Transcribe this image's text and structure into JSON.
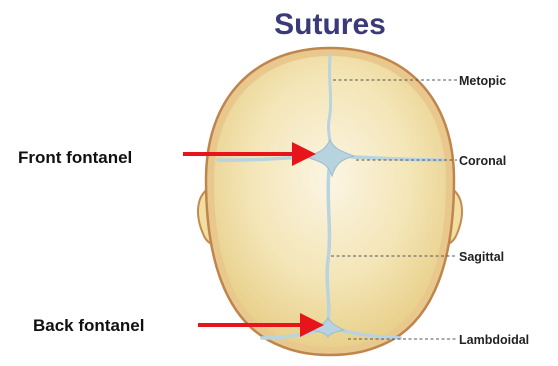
{
  "title": "Sutures",
  "sutures": {
    "metopic": "Metopic",
    "coronal": "Coronal",
    "sagittal": "Sagittal",
    "lambdoidal": "Lambdoidal"
  },
  "fontanels": {
    "front": "Front fontanel",
    "back": "Back fontanel"
  },
  "colors": {
    "title": "#3a3a7a",
    "bone": "#f1dfa2",
    "bone_edge": "#c58a52",
    "suture": "#b9d3df",
    "arrow": "#e8141b"
  }
}
